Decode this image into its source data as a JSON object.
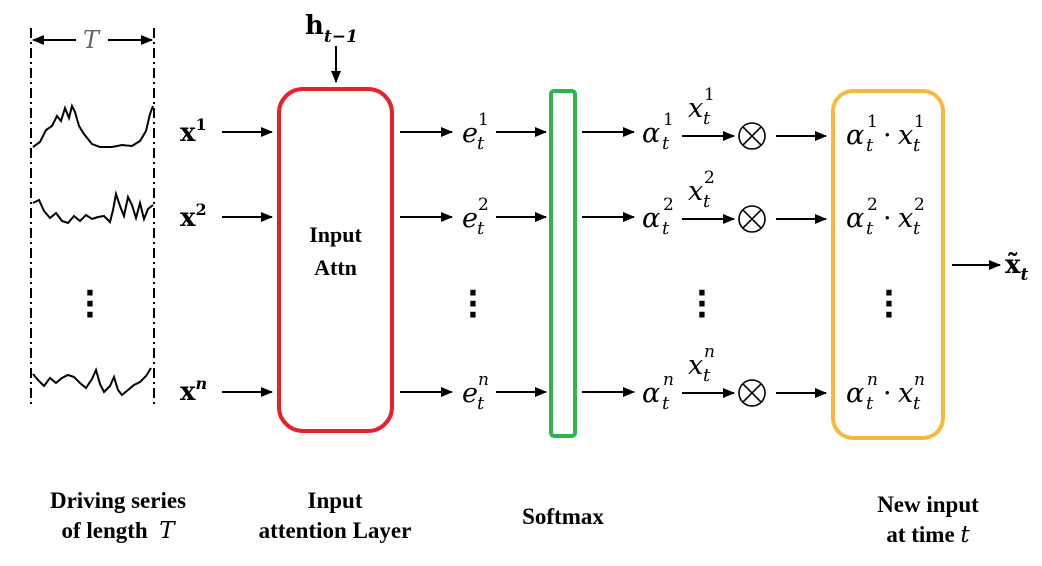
{
  "window_label": "T",
  "hidden_state": {
    "base": "h",
    "sub": "t−1"
  },
  "inputs": [
    {
      "base": "x",
      "sup": "1"
    },
    {
      "base": "x",
      "sup": "2"
    },
    {
      "base": "x",
      "sup": "n"
    }
  ],
  "attn_box": {
    "line1": "Input",
    "line2": "Attn",
    "color": "#e8202a"
  },
  "softmax_color": "#2fb54a",
  "newinput_color": "#f6b93b",
  "scores": [
    {
      "base": "e",
      "sub": "t",
      "sup": "1"
    },
    {
      "base": "e",
      "sub": "t",
      "sup": "2"
    },
    {
      "base": "e",
      "sub": "t",
      "sup": "n"
    }
  ],
  "weights": [
    {
      "base": "α",
      "sub": "t",
      "sup": "1"
    },
    {
      "base": "α",
      "sub": "t",
      "sup": "2"
    },
    {
      "base": "α",
      "sub": "t",
      "sup": "n"
    }
  ],
  "xt": [
    {
      "base": "x",
      "sub": "t",
      "sup": "1"
    },
    {
      "base": "x",
      "sub": "t",
      "sup": "2"
    },
    {
      "base": "x",
      "sub": "t",
      "sup": "n"
    }
  ],
  "products": [
    {
      "a_sup": "1",
      "x_sup": "1",
      "sub": "t",
      "dot": "·"
    },
    {
      "a_sup": "2",
      "x_sup": "2",
      "sub": "t",
      "dot": "·"
    },
    {
      "a_sup": "n",
      "x_sup": "n",
      "sub": "t",
      "dot": "·"
    }
  ],
  "output": {
    "base": "x̃",
    "sub": "t"
  },
  "captions": {
    "driving_line1": "Driving series",
    "driving_line2": "of length",
    "driving_var": "T",
    "input_line1": "Input",
    "input_line2": "attention Layer",
    "softmax": "Softmax",
    "newinput_line1": "New input",
    "newinput_line2": "at time",
    "newinput_var": "t"
  }
}
